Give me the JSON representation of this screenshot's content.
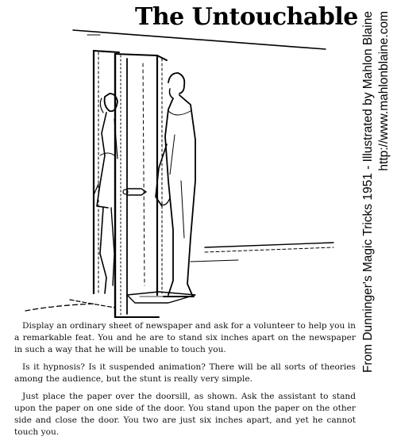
{
  "title": "The Untouchable",
  "credit": {
    "line1": "From Dunninger's Magic Tricks 1951 - Illustrated by Mahlon Blaine",
    "line2": "http://www.mahlonblaine.com"
  },
  "paragraphs": [
    "Display an ordinary sheet of newspaper and ask for a volunteer to help you in a remarkable feat. You and he are to stand six inches apart on the newspaper in such a way that he will be unable to touch you.",
    "Is it hypnosis? Is it suspended animation? There will be all sorts of theories among the audience, but the stunt is really very simple.",
    "Just place the paper over the doorsill, as shown. Ask the assistant to stand upon the paper on one side of the door. You stand upon the paper on the other side and close the door. You two are just six inches apart, and yet he cannot touch you."
  ],
  "illustration": {
    "subject": "Two people standing on either side of a closed door over a newspaper"
  }
}
